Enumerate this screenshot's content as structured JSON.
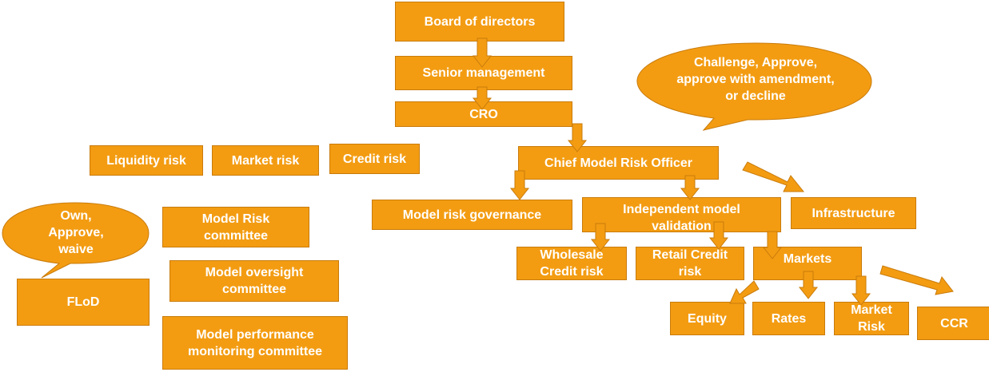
{
  "colors": {
    "fill": "#f39c12",
    "stroke": "#c97b0b",
    "text": "#ffffff"
  },
  "nodes": {
    "board": "Board of directors",
    "senior": "Senior management",
    "cro": "CRO",
    "liquidity": "Liquidity risk",
    "market_risk": "Market risk",
    "credit_risk": "Credit risk",
    "cmro": "Chief Model Risk Officer",
    "mrg": "Model risk governance",
    "imv": "Independent model\nvalidation",
    "infra": "Infrastructure",
    "wholesale": "Wholesale\nCredit risk",
    "retail": "Retail Credit\nrisk",
    "markets": "Markets",
    "equity": "Equity",
    "rates": "Rates",
    "mkt_risk2": "Market\nRisk",
    "ccr": "CCR",
    "mrc": "Model Risk\ncommittee",
    "moc": "Model oversight\ncommittee",
    "mpmc": "Model performance\nmonitoring committee",
    "flod": "FLoD"
  },
  "callouts": {
    "challenge": "Challenge, Approve,\napprove with amendment,\nor decline",
    "own": "Own,\nApprove,\nwaive"
  }
}
